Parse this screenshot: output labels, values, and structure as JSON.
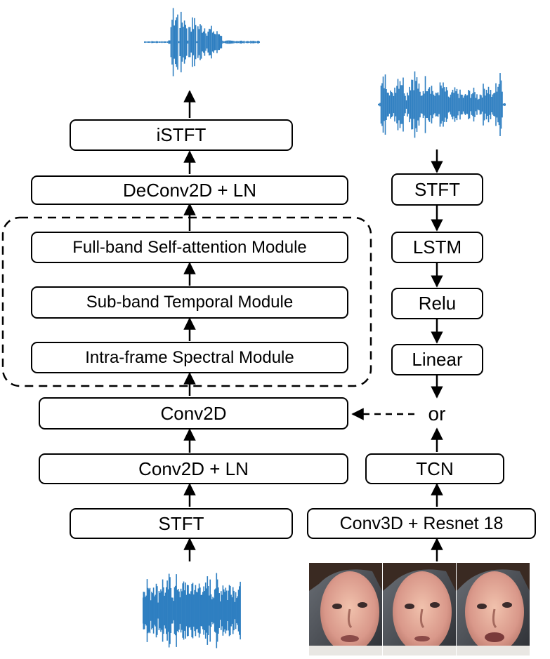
{
  "speech_branch": {
    "top": "iSTFT",
    "deconv": "DeConv2D + LN",
    "fullband": "Full-band Self-attention Module",
    "subband": "Sub-band Temporal Module",
    "intraframe": "Intra-frame Spectral Module",
    "conv2d": "Conv2D",
    "conv2d_ln": "Conv2D + LN",
    "stft": "STFT"
  },
  "reference_branch": {
    "stft": "STFT",
    "lstm": "LSTM",
    "relu": "Relu",
    "linear": "Linear",
    "or": "or",
    "tcn": "TCN",
    "conv3d": "Conv3D + Resnet 18"
  },
  "colors": {
    "waveform": "#2f7fc1",
    "stroke": "#000000"
  },
  "icons": {
    "output_waveform": "waveform-icon",
    "input_waveform": "waveform-icon",
    "reference_waveform": "waveform-icon",
    "face_frames": "face-photo"
  }
}
